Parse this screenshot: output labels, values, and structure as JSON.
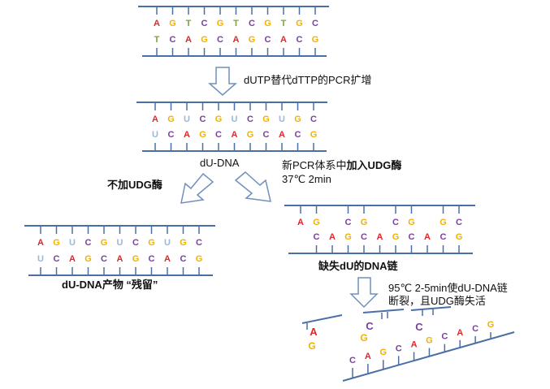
{
  "colors": {
    "A": "#e0272b",
    "T": "#7fa33b",
    "C": "#7a3fa0",
    "G": "#f1b100",
    "U": "#9bb8d7",
    "strand": "#4a6fa5",
    "arrow": "#6f8fbf"
  },
  "top_dna": {
    "strand1": [
      "A",
      "G",
      "T",
      "C",
      "G",
      "T",
      "C",
      "G",
      "T",
      "G",
      "C"
    ],
    "strand2": [
      "T",
      "C",
      "A",
      "G",
      "C",
      "A",
      "G",
      "C",
      "A",
      "C",
      "G"
    ]
  },
  "du_dna": {
    "strand1": [
      "A",
      "G",
      "U",
      "C",
      "G",
      "U",
      "C",
      "G",
      "U",
      "G",
      "C"
    ],
    "strand2": [
      "U",
      "C",
      "A",
      "G",
      "C",
      "A",
      "G",
      "C",
      "A",
      "C",
      "G"
    ]
  },
  "residue_dna": {
    "strand1": [
      "A",
      "G",
      "U",
      "C",
      "G",
      "U",
      "C",
      "G",
      "U",
      "G",
      "C"
    ],
    "strand2": [
      "U",
      "C",
      "A",
      "G",
      "C",
      "A",
      "G",
      "C",
      "A",
      "C",
      "G"
    ]
  },
  "missing_du_dna": {
    "strand1": [
      "A",
      "G",
      "",
      "C",
      "G",
      "",
      "C",
      "G",
      "",
      "G",
      "C"
    ],
    "strand2": [
      "",
      "C",
      "A",
      "G",
      "C",
      "A",
      "G",
      "C",
      "A",
      "C",
      "G"
    ]
  },
  "fragments": {
    "frag1": [
      "A",
      "G"
    ],
    "frag2": [
      "C",
      "G"
    ],
    "bottom": [
      "C",
      "A",
      "G",
      "C",
      "A",
      "G",
      "C",
      "A",
      "C",
      "G"
    ]
  },
  "labels": {
    "step1": "dUTP替代dTTP的PCR扩增",
    "du_dna": "dU-DNA",
    "new_pcr_part1": "新PCR体系中",
    "new_pcr_part2": "加入UDG酶",
    "temp1": "37℃ 2min",
    "no_udg": "不加UDG酶",
    "residue": "dU-DNA产物 “残留”",
    "missing": "缺失dU的DNA链",
    "heat_line1": "95℃ 2-5min使dU-DNA链",
    "heat_line2": "断裂，且UDG酶失活"
  }
}
